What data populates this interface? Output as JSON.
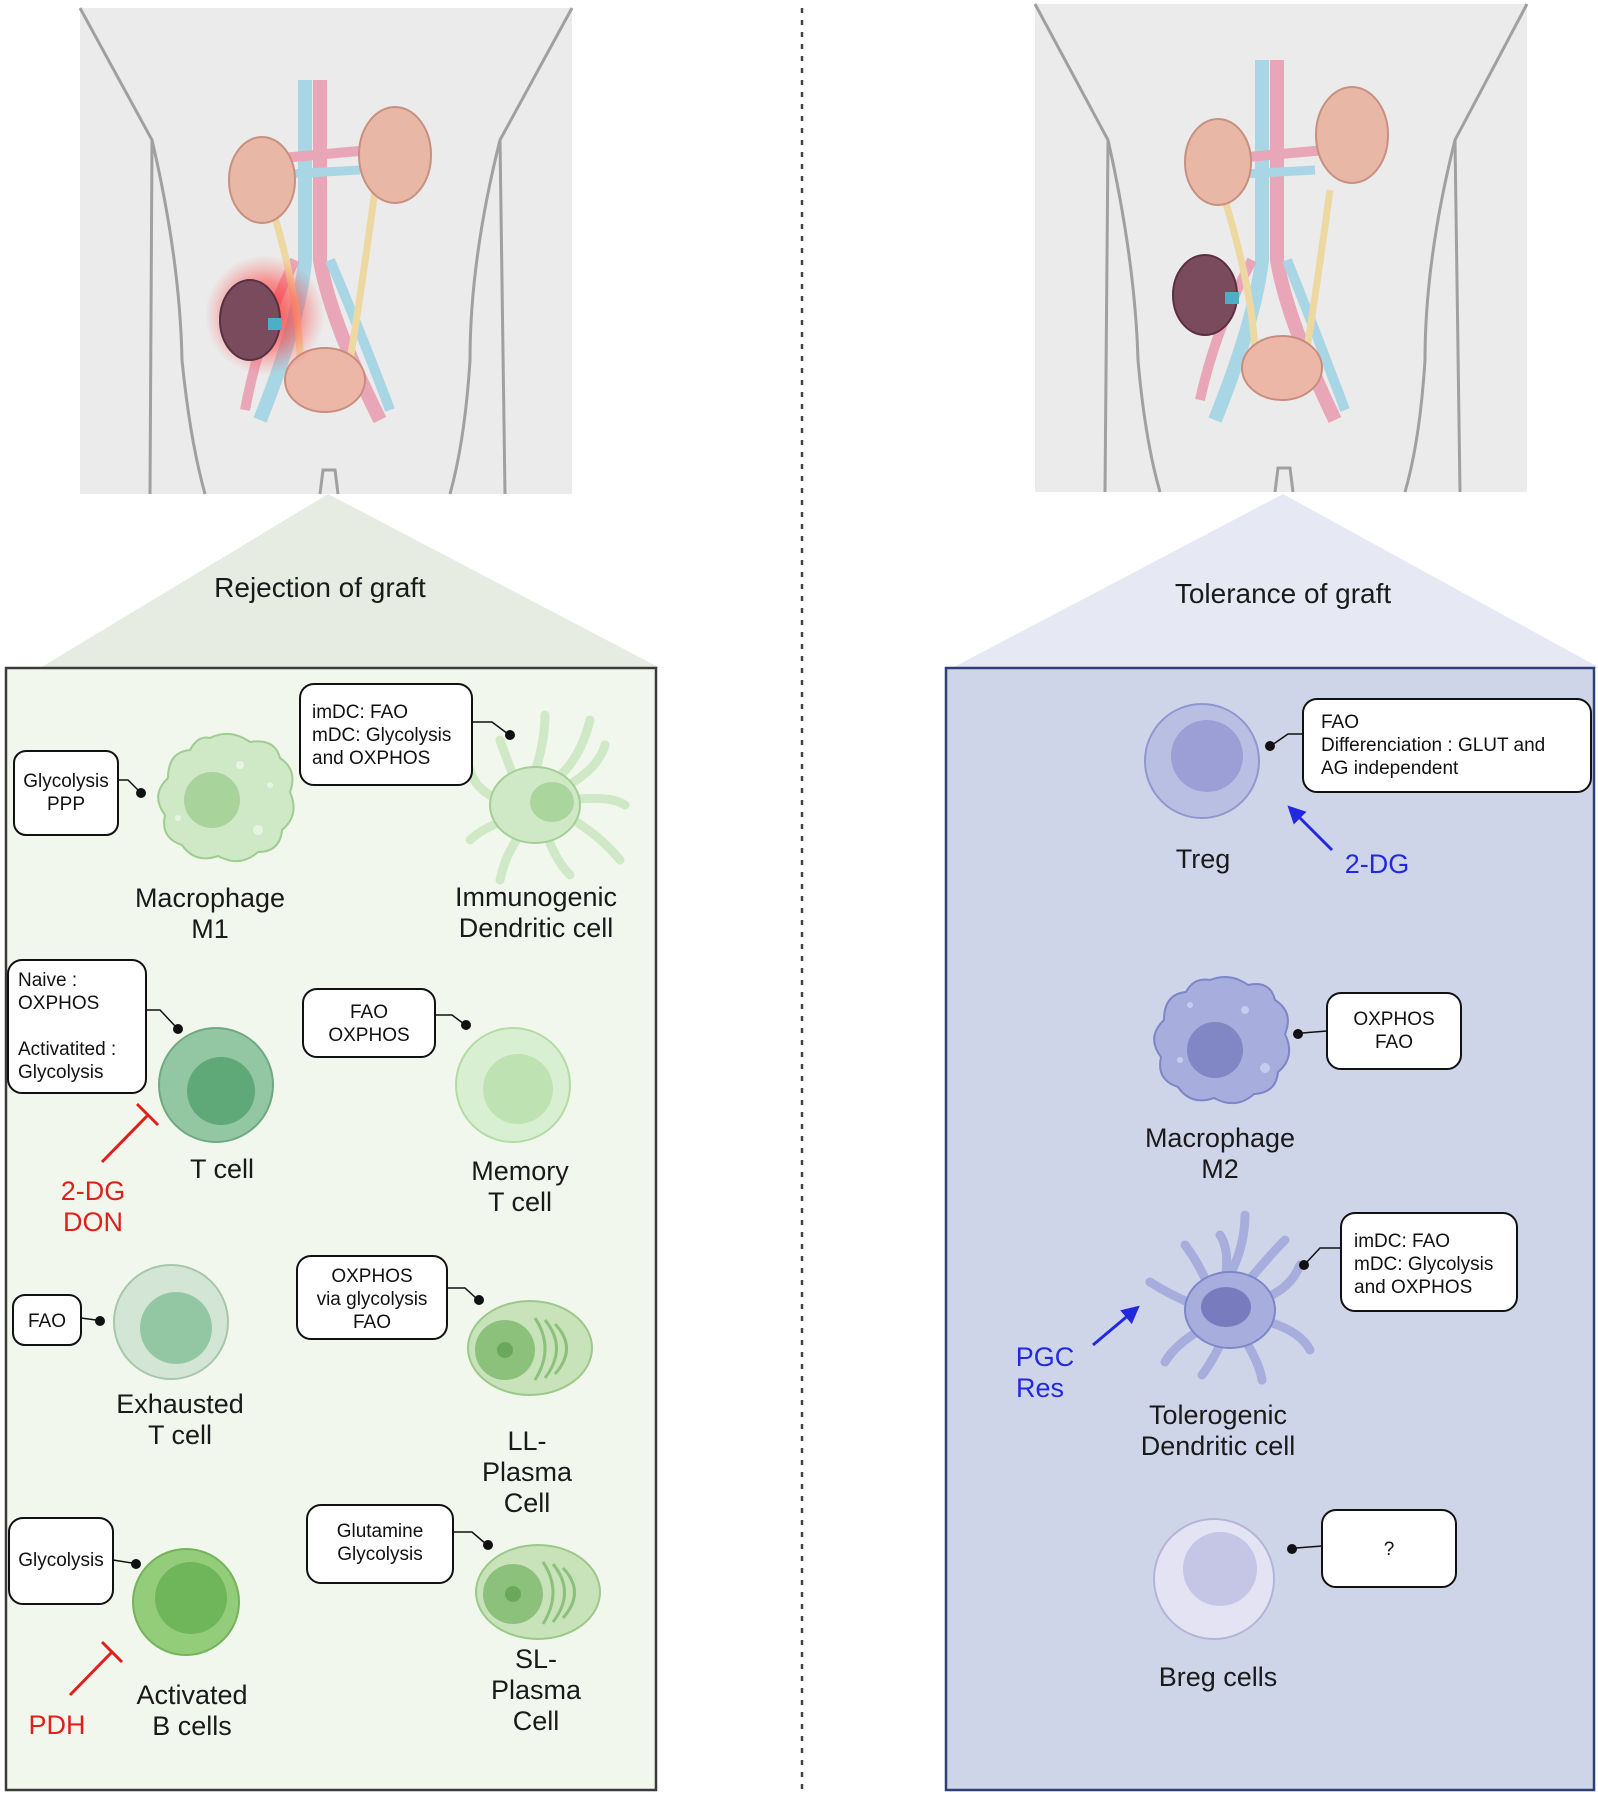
{
  "left": {
    "title": "Rejection of graft",
    "cells": {
      "macrophage_m1": {
        "line1": "Macrophage",
        "line2": "M1",
        "box": [
          "Glycolysis",
          "PPP"
        ]
      },
      "immunogenic_dc": {
        "line1": "Immunogenic",
        "line2": "Dendritic cell",
        "box": [
          "imDC: FAO",
          "mDC: Glycolysis",
          "and OXPHOS"
        ]
      },
      "t_cell": {
        "line1": "T cell",
        "box": [
          "Naive :",
          "OXPHOS",
          "",
          "Activatited :",
          "Glycolysis"
        ],
        "inhibitors": [
          "2-DG",
          "DON"
        ]
      },
      "memory_t": {
        "line1": "Memory",
        "line2": "T cell",
        "box": [
          "FAO",
          "OXPHOS"
        ]
      },
      "exhausted_t": {
        "line1": "Exhausted",
        "line2": "T cell",
        "box": [
          "FAO"
        ]
      },
      "ll_plasma": {
        "line1": "LL-",
        "line2": "Plasma",
        "line3": "Cell",
        "box": [
          "OXPHOS",
          "via glycolysis",
          "FAO"
        ]
      },
      "activated_b": {
        "line1": "Activated",
        "line2": "B cells",
        "box": [
          "Glycolysis"
        ],
        "inhibitors": [
          "PDH"
        ]
      },
      "sl_plasma": {
        "line1": "SL-",
        "line2": "Plasma",
        "line3": "Cell",
        "box": [
          "Glutamine",
          "Glycolysis"
        ]
      }
    }
  },
  "right": {
    "title": "Tolerance of graft",
    "cells": {
      "treg": {
        "line1": "Treg",
        "box": [
          "FAO",
          "Differenciation : GLUT and",
          "AG independent"
        ],
        "activators": [
          "2-DG"
        ]
      },
      "macrophage_m2": {
        "line1": "Macrophage",
        "line2": "M2",
        "box": [
          "OXPHOS",
          "FAO"
        ]
      },
      "tolerogenic_dc": {
        "line1": "Tolerogenic",
        "line2": "Dendritic cell",
        "box": [
          "imDC: FAO",
          "mDC: Glycolysis",
          "and OXPHOS"
        ],
        "activators": [
          "PGC",
          "Res"
        ]
      },
      "breg": {
        "line1": "Breg cells",
        "box": [
          "?"
        ]
      }
    }
  },
  "colors": {
    "left_panel": "#f2f7ed",
    "left_triangle": "#e6ece1",
    "right_panel": "#cfd5e9",
    "right_triangle": "#e6e9f3",
    "inhibitor": "#e0201b",
    "activator": "#2228e0",
    "body": "#ebebeb"
  }
}
